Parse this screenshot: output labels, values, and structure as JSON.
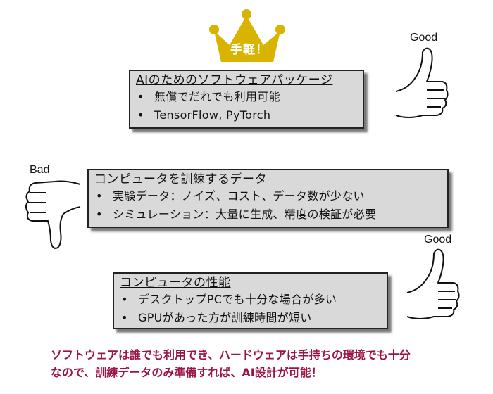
{
  "crown": {
    "label": "手軽！",
    "color": "#d8b400"
  },
  "box1": {
    "title": "AIのためのソフトウェアパッケージ",
    "bullets": [
      "無償でだれでも利用可能",
      "TensorFlow, PyTorch"
    ],
    "rating": "Good"
  },
  "box2": {
    "title": "コンピュータを訓練するデータ",
    "bullets": [
      "実験データ：ノイズ、コスト、データ数が少ない",
      "シミュレーション：大量に生成、精度の検証が必要"
    ],
    "rating": "Bad"
  },
  "box3": {
    "title": "コンピュータの性能",
    "bullets": [
      "デスクトップPCでも十分な場合が多い",
      "GPUがあった方が訓練時間が短い"
    ],
    "rating": "Good"
  },
  "summary": {
    "line1": "ソフトウェアは誰でも利用でき、ハードウェアは手持ちの環境でも十分",
    "line2": "なので、訓練データのみ準備すれば、AI設計が可能！",
    "color": "#9c1446"
  }
}
